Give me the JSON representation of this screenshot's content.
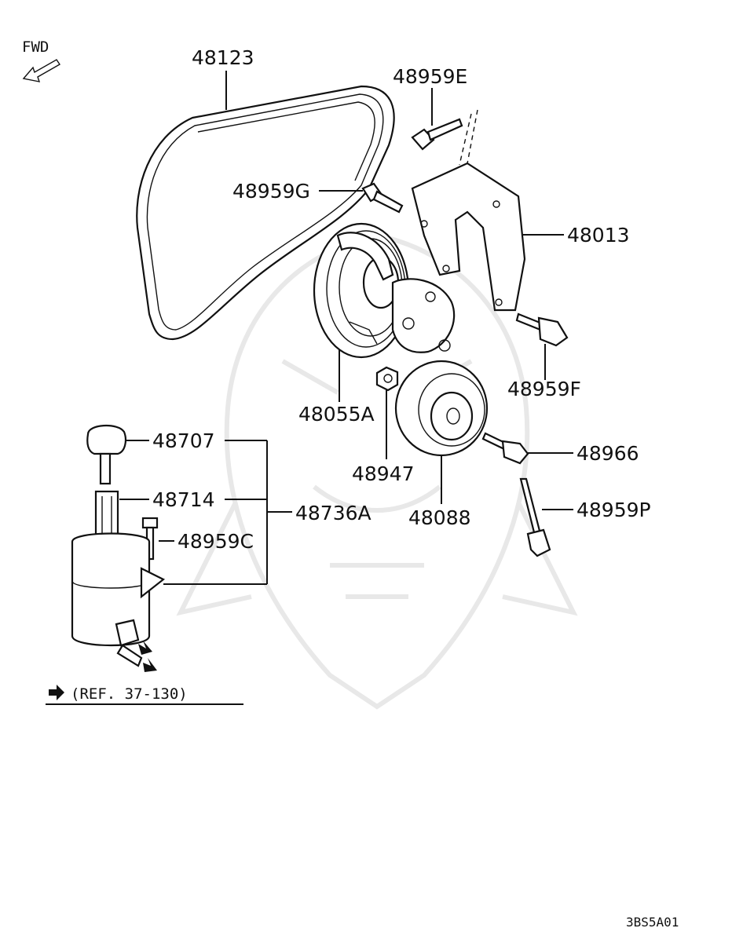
{
  "header": {
    "direction_label": "FWD"
  },
  "parts": {
    "p48123": "48123",
    "p48959E": "48959E",
    "p48959G": "48959G",
    "p48013": "48013",
    "p48959F": "48959F",
    "p48055A": "48055A",
    "p48947": "48947",
    "p48088": "48088",
    "p48966": "48966",
    "p48959P": "48959P",
    "p48707": "48707",
    "p48714": "48714",
    "p48959C": "48959C",
    "p48736A": "48736A"
  },
  "reference": "(REF. 37-130)",
  "diagram_code": "3BS5A01"
}
